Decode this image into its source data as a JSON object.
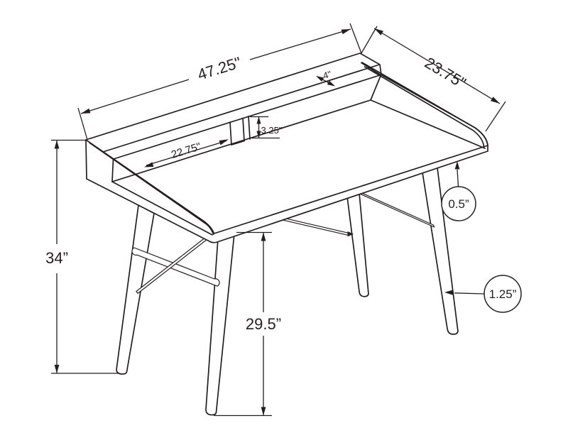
{
  "diagram": {
    "subject": "desk-with-riser-shelf-technical-drawing",
    "colors": {
      "line": "#231f20",
      "background": "#ffffff"
    },
    "dimensions": {
      "overall_width": "47.25\"",
      "overall_depth": "23.75\"",
      "shelf_depth": "4\"",
      "shelf_opening_height": "3.25\"",
      "shelf_opening_width": "22.75\"",
      "top_thickness": "0.5”",
      "overall_height": "34”",
      "surface_height": "29.5”",
      "leg_diameter": "1.25”"
    }
  }
}
